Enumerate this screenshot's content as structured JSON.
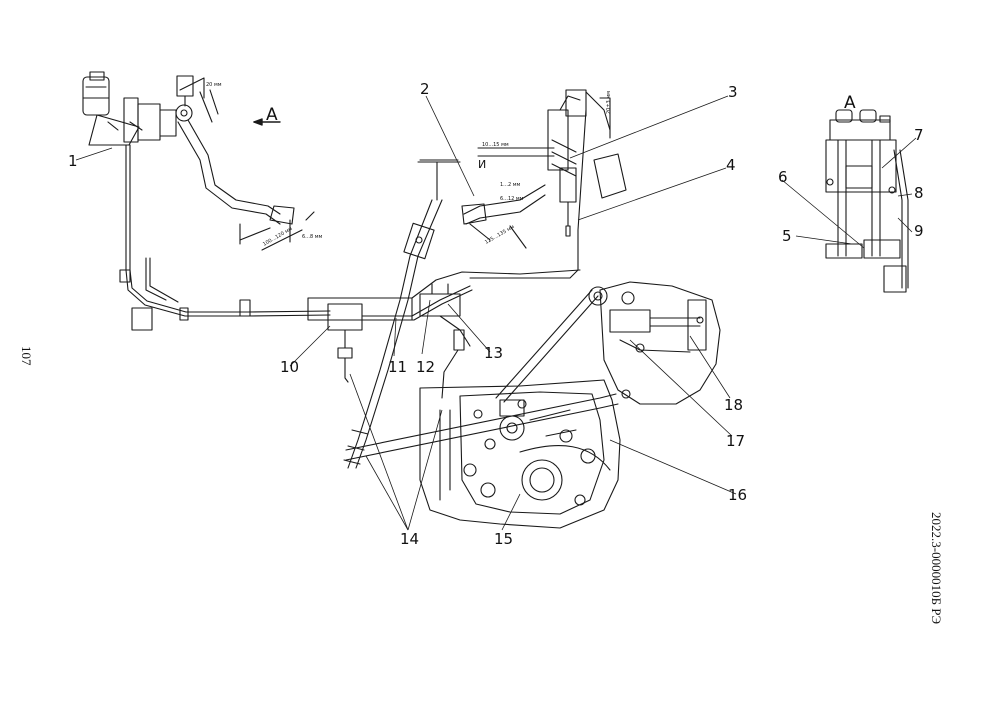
{
  "page_number": "107",
  "document_code": "2022.3-0000010Б РЭ",
  "view_label": "A",
  "callouts": [
    "1",
    "2",
    "3",
    "4",
    "5",
    "6",
    "7",
    "8",
    "9",
    "10",
    "11",
    "12",
    "13",
    "14",
    "15",
    "16",
    "17",
    "18"
  ],
  "dimensions": {
    "d1": "20 мм",
    "d2": "100...120 мм",
    "d3": "6...8 мм",
    "d4": "10...15 мм",
    "d5": "1...2 мм",
    "d6": "6...12 мм",
    "d7": "20±3 мм",
    "d8": "125...135 мм",
    "d9": "И"
  },
  "colors": {
    "line": "#1a1a1a",
    "paper": "#ffffff"
  }
}
